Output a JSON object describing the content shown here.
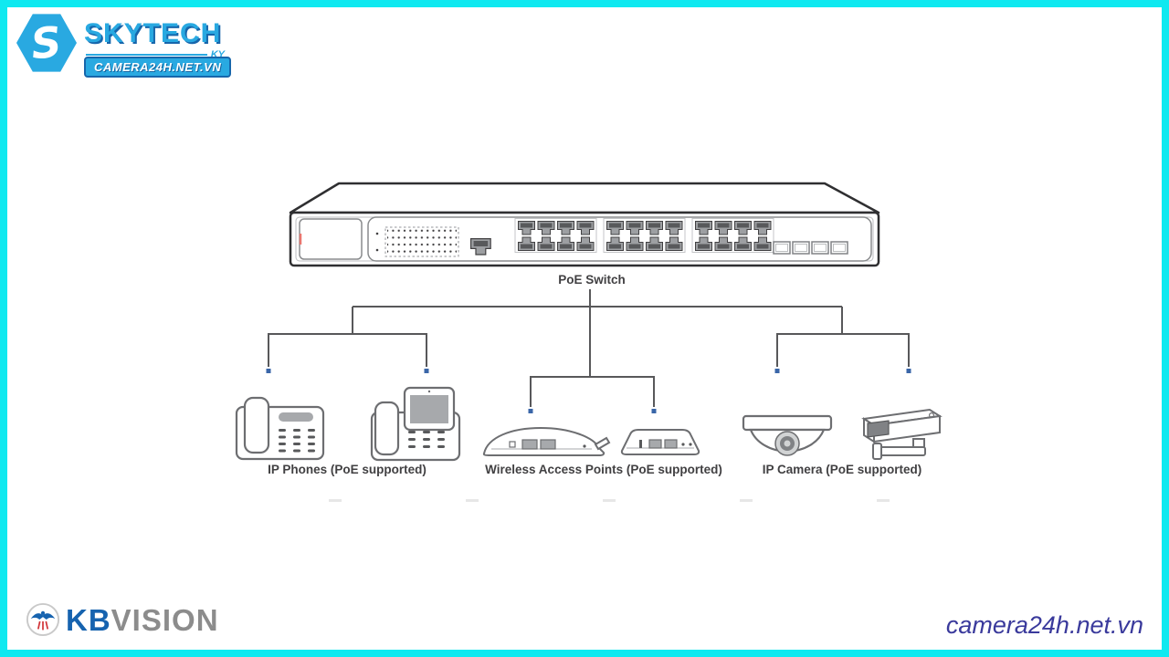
{
  "frame": {
    "border_color": "#0fe9f0",
    "background": "#ffffff"
  },
  "skytech_logo": {
    "monogram": "S",
    "brand": "SKYTECH",
    "suffix": "KY",
    "banner": "CAMERA24H.NET.VN",
    "primary_color": "#29a9e1",
    "outline_color": "#1766ab"
  },
  "diagram": {
    "switch_label": "PoE Switch",
    "line_color": "#58585a",
    "node_color": "#3a66a8",
    "groups": [
      {
        "id": "ip-phones",
        "label": "IP Phones (PoE supported)"
      },
      {
        "id": "wireless-aps",
        "label": "Wireless Access Points (PoE supported)"
      },
      {
        "id": "ip-cameras",
        "label": "IP Camera (PoE supported)"
      }
    ]
  },
  "footer": {
    "kb_brand_prefix": "KB",
    "kb_brand_suffix": "VISION",
    "kb_blue": "#1663af",
    "kb_gray": "#8c8c8c",
    "website": "camera24h.net.vn",
    "website_color": "#3a3a9c"
  }
}
